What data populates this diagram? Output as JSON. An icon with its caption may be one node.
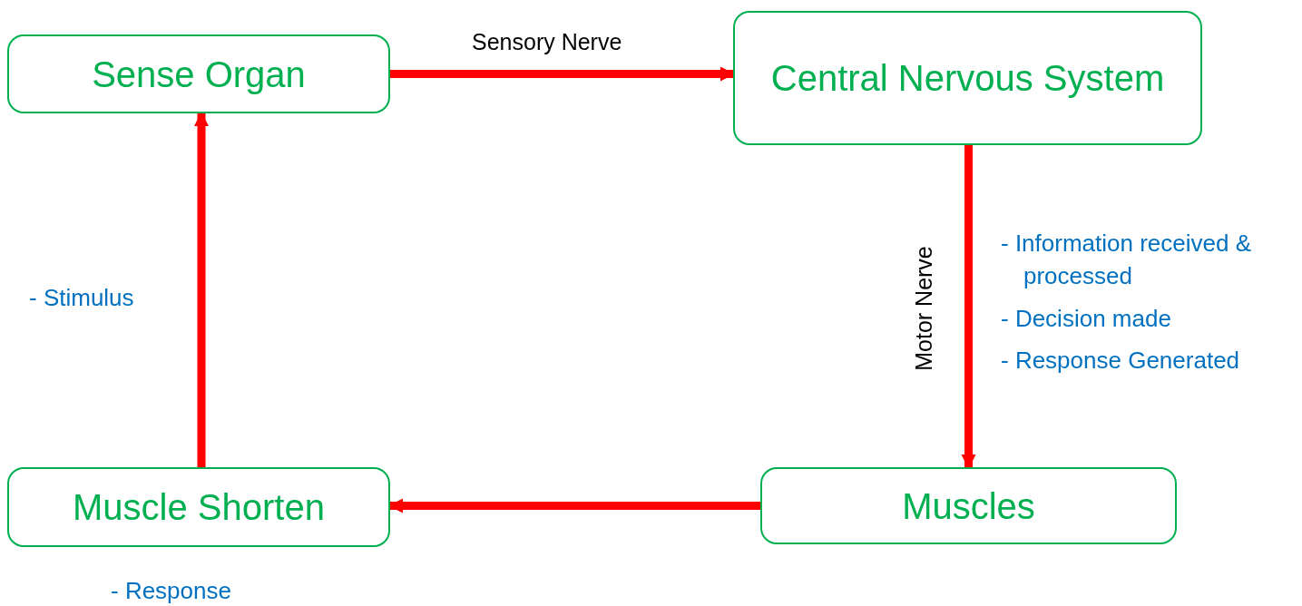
{
  "diagram": {
    "nodes": [
      {
        "text": [
          "Sense Organ"
        ]
      },
      {
        "text": [
          "Central Nervous System"
        ]
      },
      {
        "text": [
          "Muscles"
        ]
      },
      {
        "text": [
          "Muscle Shorten"
        ],
        "beside": [
          "- Response"
        ]
      }
    ],
    "edges": [
      {
        "from": 0,
        "to": 1,
        "arrow": "to",
        "label": "Sensory Nerve"
      },
      {
        "from": 1,
        "to": 2,
        "arrow": "to",
        "label": "Motor Nerve"
      },
      {
        "from": 2,
        "to": 3,
        "arrow": "to"
      },
      {
        "from": 3,
        "to": 0,
        "arrow": "to"
      }
    ],
    "labels": [
      "- Stimulus",
      "- Information received & processed",
      "- Decision made",
      "- Response Generated"
    ]
  }
}
